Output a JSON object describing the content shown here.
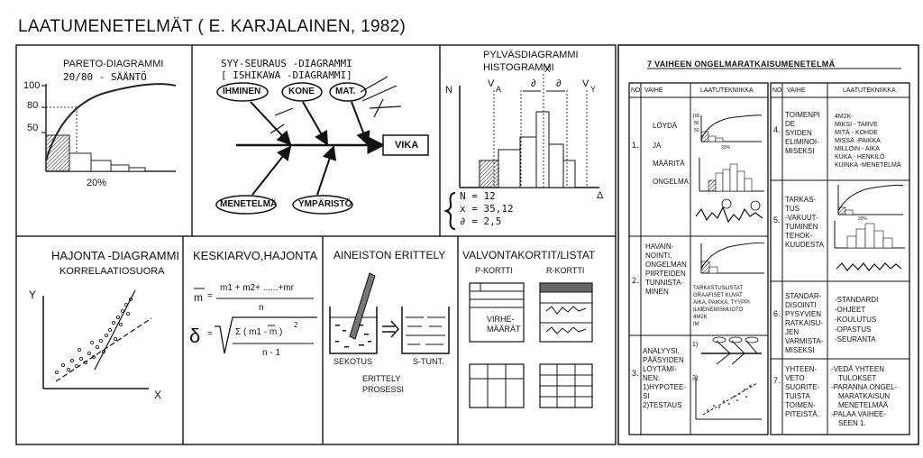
{
  "title": "LAATUMENETELMÄT ( E. KARJALAINEN, 1982)",
  "pareto": {
    "title1": "PARETO-DIAGRAMMI",
    "title2": "20/80 - SÄÄNTÖ",
    "y100": "100",
    "y80": "80",
    "y50": "50",
    "x20": "20%"
  },
  "ishikawa": {
    "title1": "SYY-SEURAUS -DIAGRAMMI",
    "title2": "[ ISHIKAWA -DIAGRAMMI]",
    "causes_top": [
      "IHMINEN",
      "KONE",
      "MAT."
    ],
    "causes_bottom": [
      "MENETELMÄ",
      "YMPÄRISTÖ"
    ],
    "effect": "VIKA"
  },
  "histogram": {
    "title1": "PYLVÄSDIAGRAMMI",
    "title2": "HISTOGRAMMI",
    "x_mark": "X",
    "v_a": "V",
    "v_a_sub": "A",
    "v_y": "V",
    "v_y_sub": "Y",
    "delta1": "∂",
    "delta2": "∂",
    "axis_n": "N",
    "axis_delta": "Δ",
    "stat_n": "N = 12",
    "stat_x": "x = 35,12",
    "stat_d": "∂ = 2,5"
  },
  "scatter": {
    "title1": "HAJONTA -DIAGRAMMI",
    "title2": "KORRELAATIOSUORA",
    "axis_y": "Y",
    "axis_x": "X"
  },
  "stats": {
    "title": "KESKIARVO,HAJONTA",
    "m": "m",
    "eq": "=",
    "numerator": "m1 + m2+ ......+mr",
    "denominator": "n",
    "sigma": "δ",
    "sum_expr": "Σ ( m1 - m )",
    "exp": "2",
    "n1": "n - 1"
  },
  "sorting": {
    "title": "AINEISTON ERITTELY",
    "mix": "SEKOTUS",
    "after": "S-TUNT.",
    "process1": "ERITTELY",
    "process2": "PROSESSI"
  },
  "control": {
    "title": "VALVONTAKORTIT/LISTAT",
    "p_card": "P-KORTTI",
    "r_card": "R-KORTTI",
    "defects1": "VIRHE-",
    "defects2": "MÄÄRÄT"
  },
  "steps": {
    "heading": "7 VAIHEEN ONGELMARATKAISUMENETELMÄ",
    "col_no": "NO",
    "col_phase": "VAIHE",
    "col_tech": "LAATUTEKNIIKKA",
    "left": [
      {
        "no": "1.",
        "phase": [
          "LÖYDÄ",
          "JA",
          "MÄÄRITÄ",
          "ONGELMA"
        ],
        "tech": [
          "100",
          "80",
          "50",
          "20%"
        ]
      },
      {
        "no": "2.",
        "phase": [
          "HAVAIN-",
          "NOINTI,",
          "ONGELMAN",
          "PIIRTEIDEN",
          "TUNNISTA-",
          "MINEN"
        ],
        "tech": [
          "TARKASTUSLISTAT",
          "GRAAFISET KUVAT",
          "AIKA, PAIKKA, TYYPPI",
          "ILMENEMISMUOTO",
          "4M2K",
          "IM"
        ]
      },
      {
        "no": "3.",
        "phase": [
          "ANALYYSI,",
          "PÄÄSYIDEN",
          "LÖYTÄMI-",
          "NEN:",
          "1)HYPOTEE-",
          "SI",
          "2)TESTAUS"
        ],
        "tech": [
          "1)",
          "2)"
        ]
      }
    ],
    "right": [
      {
        "no": "4.",
        "phase": [
          "TOIMENPI",
          "DE",
          "SYIDEN",
          "ELIMINOI-",
          "MISEKSI"
        ],
        "tech": [
          "4M2K-",
          "MIKSI - TARVE",
          "MITÄ - KOHDE",
          "MISSÄ -PAIKKA",
          "MILLOIN - AIKA",
          "KUKA - HENKILÖ",
          "KUINKA -MENETELMÄ"
        ]
      },
      {
        "no": "5.",
        "phase": [
          "TARKAS-",
          "TUS",
          "-VAKUUT-",
          "TUMINEN",
          "TEHOK-",
          "KUUDESTA"
        ],
        "tech": [
          "20%"
        ]
      },
      {
        "no": "6.",
        "phase": [
          "STANDAR-",
          "DISOINTI",
          "PYSYVIEN",
          "RATKAISU-",
          "JEN",
          "VARMISTA-",
          "MISEKSI"
        ],
        "tech": [
          "-STANDARDI",
          "-OHJEET",
          "-KOULUTUS",
          "-OPASTUS",
          "-SEURANTA"
        ]
      },
      {
        "no": "7.",
        "phase": [
          "YHTEEN-",
          "VETO",
          "SUORITE-",
          "TUISTA",
          "TOIMEN-",
          "PITEISTÄ."
        ],
        "tech": [
          "-VEDÄ YHTEEN",
          "TULOKSET",
          "-PARANNA ONGEL-",
          "MARATKAISUN",
          "MENETELMÄÄ",
          "-PALAA VAIHEE-",
          "SEEN 1."
        ]
      }
    ]
  }
}
